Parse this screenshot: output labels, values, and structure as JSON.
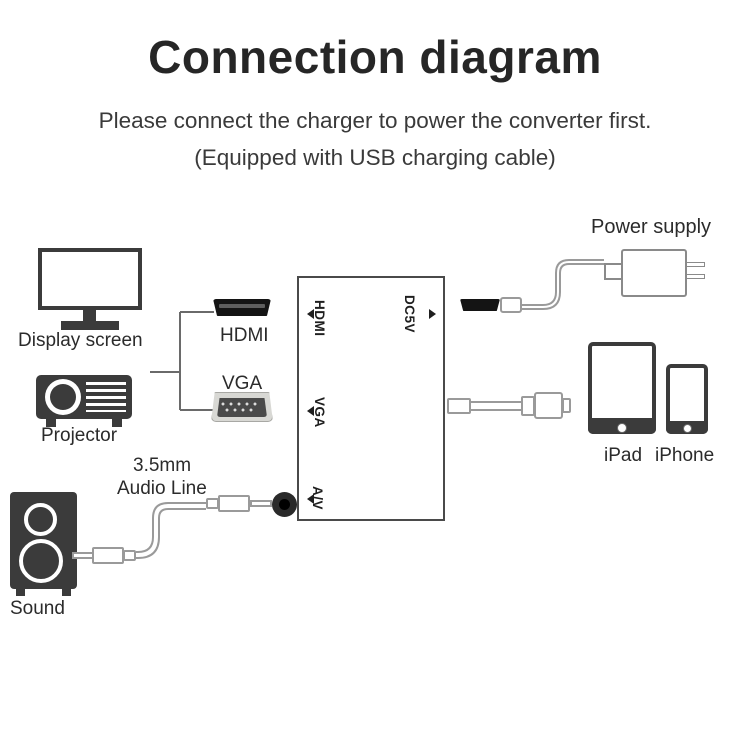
{
  "header": {
    "title": "Connection diagram",
    "subtitle_line1": "Please connect the charger to power the converter first.",
    "subtitle_line2": "(Equipped with USB charging cable)"
  },
  "converter": {
    "ports_left": [
      {
        "label": "HDMI",
        "marker": "left-triangle"
      },
      {
        "label": "VGA",
        "marker": "left-triangle"
      },
      {
        "label": "A/V",
        "marker": "left-triangle"
      }
    ],
    "ports_right": [
      {
        "label": "DC5V",
        "marker": "right-triangle"
      }
    ]
  },
  "devices": {
    "display_screen": "Display screen",
    "projector": "Projector",
    "sound": "Sound",
    "ipad": "iPad",
    "iphone": "iPhone",
    "power_supply": "Power supply"
  },
  "connectors": {
    "hdmi": "HDMI",
    "vga": "VGA",
    "audio_line_size": "3.5mm",
    "audio_line_name": "Audio Line"
  },
  "colors": {
    "ink": "#262626",
    "icon_dark": "#3b3b3b",
    "wire_gray": "#8a8a8a",
    "connector_black": "#141414",
    "vga_gray": "#d8d8d4",
    "background": "#ffffff"
  }
}
